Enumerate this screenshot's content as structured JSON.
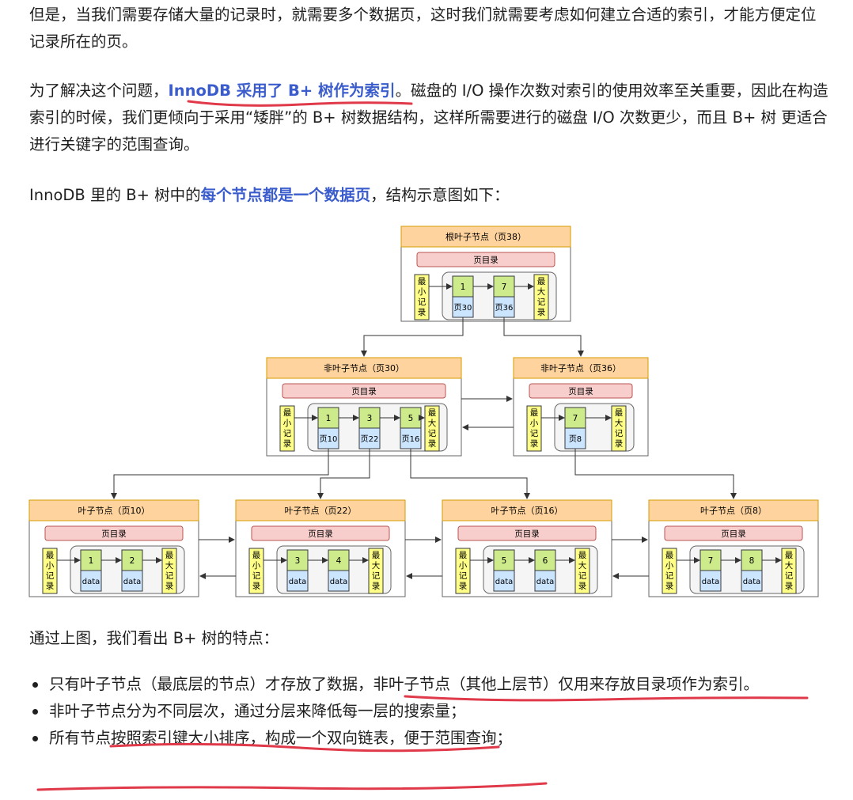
{
  "p1": {
    "text": "但是，当我们需要存储大量的记录时，就需要多个数据页，这时我们就需要考虑如何建立合适的索引，才能方便定位记录所在的页。"
  },
  "p2": {
    "pre": "为了解决这个问题，",
    "highlight": "InnoDB 采用了 B+ 树作为索引",
    "post": "。磁盘的 I/O 操作次数对索引的使用效率至关重要，因此在构造索引的时候，我们更倾向于采用“矮胖”的 B+ 树数据结构，这样所需要进行的磁盘 I/O 次数更少，而且 B+ 树 更适合进行关键字的范围查询。"
  },
  "p3": {
    "pre": "InnoDB 里的 B+ 树中的",
    "highlight": "每个节点都是一个数据页",
    "post": "，结构示意图如下："
  },
  "diagram": {
    "page_dir_label": "页目录",
    "min_record_label": "最小记录",
    "max_record_label": "最大记录",
    "root": {
      "title": "根叶子节点（页38）",
      "entries": [
        {
          "key": "1",
          "ptr": "页30"
        },
        {
          "key": "7",
          "ptr": "页36"
        }
      ]
    },
    "internal": [
      {
        "title": "非叶子节点（页30）",
        "entries": [
          {
            "key": "1",
            "ptr": "页10"
          },
          {
            "key": "3",
            "ptr": "页22"
          },
          {
            "key": "5",
            "ptr": "页16"
          }
        ]
      },
      {
        "title": "非叶子节点（页36）",
        "entries": [
          {
            "key": "7",
            "ptr": "页8"
          }
        ]
      }
    ],
    "leaves": [
      {
        "title": "叶子节点（页10）",
        "entries": [
          {
            "key": "1",
            "ptr": "data"
          },
          {
            "key": "2",
            "ptr": "data"
          }
        ]
      },
      {
        "title": "叶子节点（页22）",
        "entries": [
          {
            "key": "3",
            "ptr": "data"
          },
          {
            "key": "4",
            "ptr": "data"
          }
        ]
      },
      {
        "title": "叶子节点（页16）",
        "entries": [
          {
            "key": "5",
            "ptr": "data"
          },
          {
            "key": "6",
            "ptr": "data"
          }
        ]
      },
      {
        "title": "叶子节点（页8）",
        "entries": [
          {
            "key": "7",
            "ptr": "data"
          },
          {
            "key": "8",
            "ptr": "data"
          }
        ]
      }
    ],
    "colors": {
      "title_bg": "#ffd39e",
      "title_border": "#d79b00",
      "dir_bg": "#f8cecc",
      "dir_border": "#b85450",
      "minmax_bg": "#ffff88",
      "minmax_border": "#36393d",
      "key_bg": "#cdeb8b",
      "ptr_bg": "#cce5ff",
      "inner_bg": "#f5f5f5"
    }
  },
  "p4": {
    "text": "通过上图，我们看出 B+ 树的特点："
  },
  "bullets": [
    {
      "text": "只有叶子节点（最底层的节点）才存放了数据，非叶子节点（其他上层节）仅用来存放目录项作为索引。"
    },
    {
      "text": "非叶子节点分为不同层次，通过分层来降低每一层的搜索量；"
    },
    {
      "text": "所有节点按照索引键大小排序，构成一个双向链表，便于范围查询；"
    }
  ]
}
